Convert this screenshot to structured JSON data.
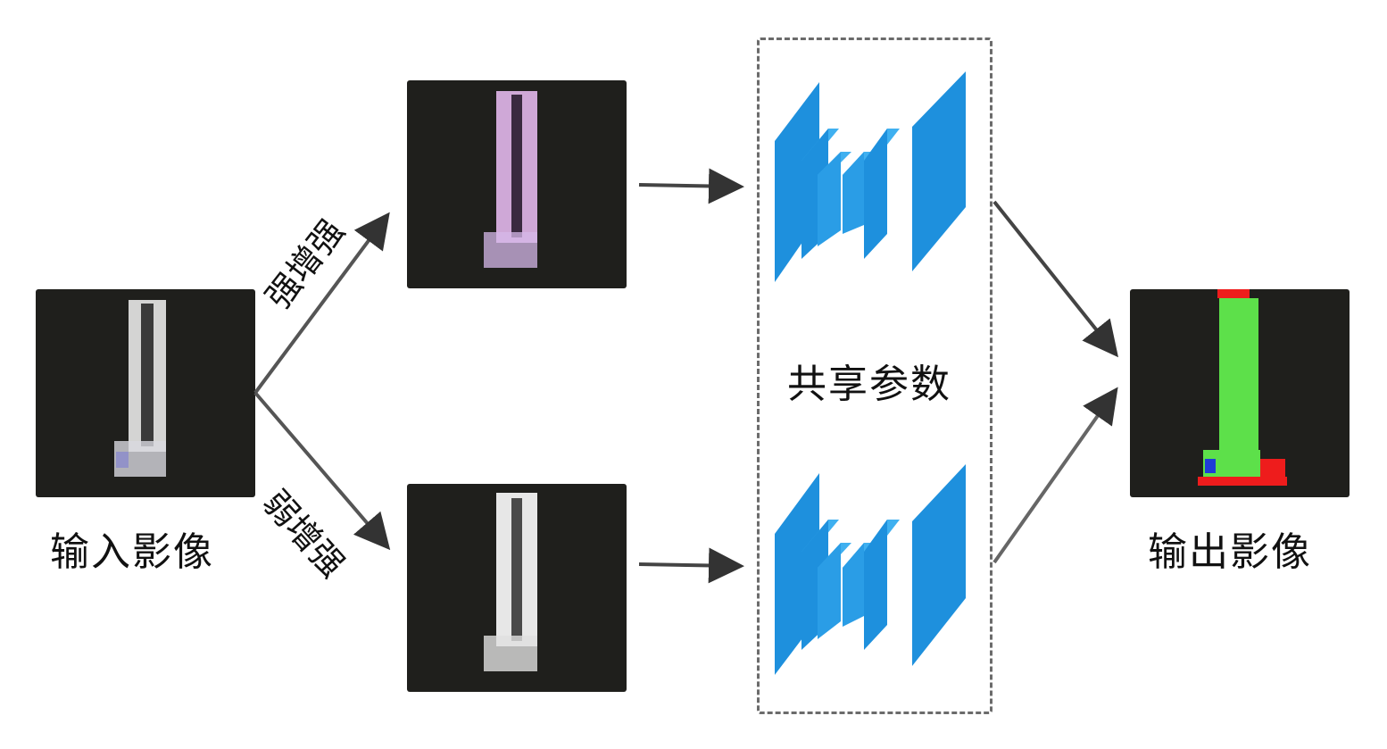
{
  "diagram": {
    "input": {
      "label": "输入影像",
      "tint": "#e8e8e8"
    },
    "strong_branch": {
      "edge_label": "强增强",
      "tint": "#e2b7ec"
    },
    "weak_branch": {
      "edge_label": "弱增强",
      "tint": "#f2f2f2"
    },
    "shared_block": {
      "label": "共享参数"
    },
    "output": {
      "label": "输出影像"
    },
    "colors": {
      "image_bg": "#1f1f1c",
      "network_blue": "#1e90dd",
      "network_light": "#3fb0f0",
      "arrow": "#333333",
      "dash": "#6b6b6b",
      "seg_green": "#5de04a",
      "seg_red": "#ee1c1c",
      "seg_blue": "#1e3cd8"
    }
  }
}
